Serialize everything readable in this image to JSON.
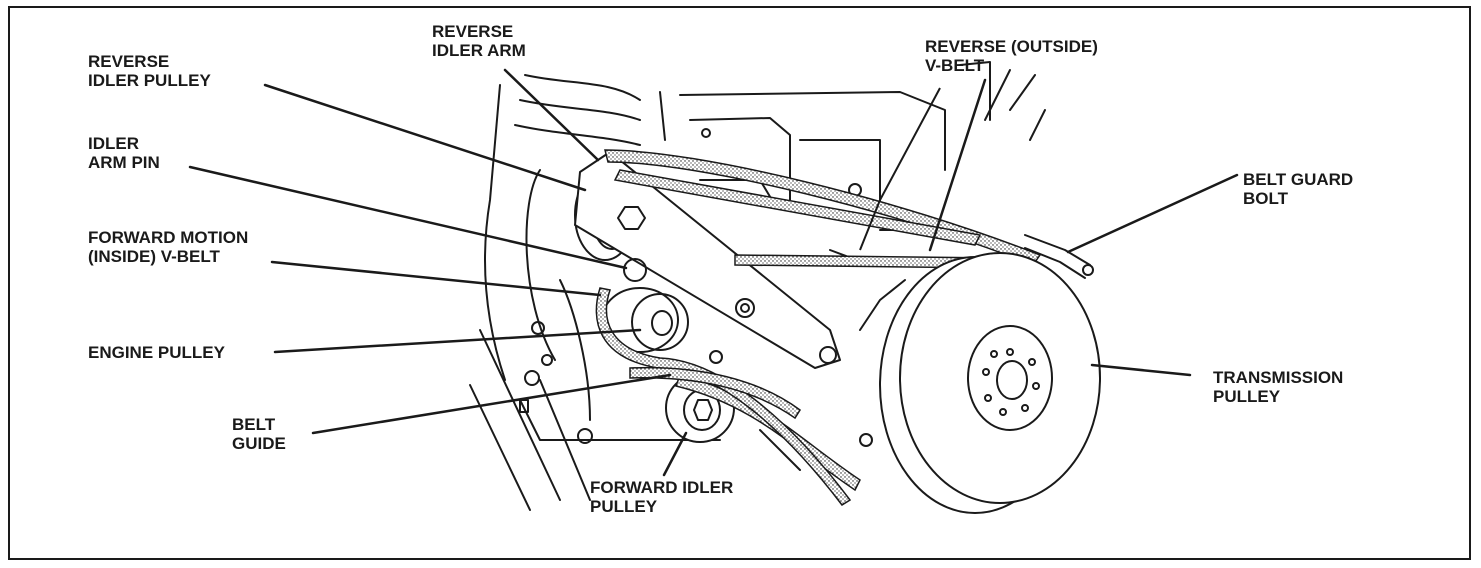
{
  "colors": {
    "ink": "#1a1a1a",
    "belt_fill": "#bdbdbd",
    "paper": "#ffffff"
  },
  "labels": {
    "reverse_idler_pulley": [
      "REVERSE",
      "IDLER PULLEY"
    ],
    "reverse_idler_arm": [
      "REVERSE",
      "IDLER ARM"
    ],
    "reverse_outside_vbelt": [
      "REVERSE (OUTSIDE)",
      "V-BELT"
    ],
    "idler_arm_pin": [
      "IDLER",
      "ARM PIN"
    ],
    "belt_guard_bolt": [
      "BELT GUARD",
      "BOLT"
    ],
    "forward_motion_vbelt": [
      "FORWARD MOTION",
      "(INSIDE) V-BELT"
    ],
    "engine_pulley": [
      "ENGINE PULLEY"
    ],
    "transmission_pulley": [
      "TRANSMISSION",
      "PULLEY"
    ],
    "belt_guide": [
      "BELT",
      "GUIDE"
    ],
    "forward_idler_pulley": [
      "FORWARD IDLER",
      "PULLEY"
    ]
  }
}
